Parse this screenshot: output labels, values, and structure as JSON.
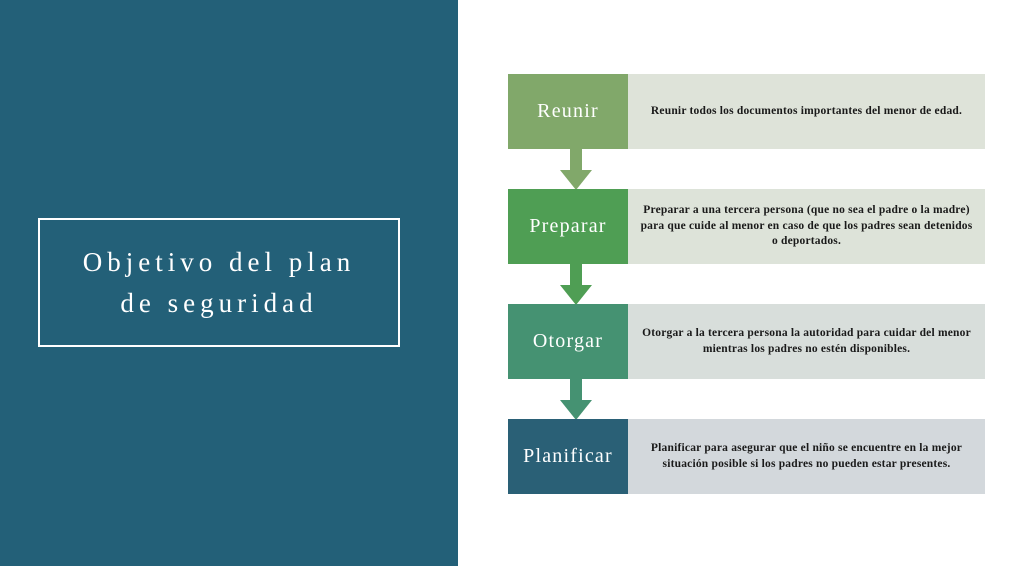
{
  "slide": {
    "background_color": "#ffffff",
    "left_panel": {
      "background_color": "#236078",
      "title": "Objetivo del plan\nde seguridad",
      "border_color": "#ffffff"
    }
  },
  "flow_chart": {
    "steps": [
      {
        "label": "Reunir",
        "description": "Reunir todos los documentos importantes del menor de edad.",
        "label_color": "#81a86a",
        "desc_color": "#dee3d9"
      },
      {
        "label": "Preparar",
        "description": "Preparar a una tercera persona (que no sea el padre o la madre) para que cuide al menor en caso de que los padres sean detenidos o deportados.",
        "label_color": "#4f9e54",
        "desc_color": "#dde3d9"
      },
      {
        "label": "Otorgar",
        "description": "Otorgar a la tercera persona la autoridad para cuidar del menor mientras los padres no estén disponibles.",
        "label_color": "#459272",
        "desc_color": "#d8dedb"
      },
      {
        "label": "Planificar",
        "description": "Planificar para asegurar que el niño se encuentre en la mejor situación posible si los padres no pueden estar presentes.",
        "label_color": "#2a6076",
        "desc_color": "#d3d8dc"
      }
    ],
    "connectors": [
      {
        "color": "#81a86a"
      },
      {
        "color": "#4f9e54"
      },
      {
        "color": "#459272"
      }
    ]
  }
}
